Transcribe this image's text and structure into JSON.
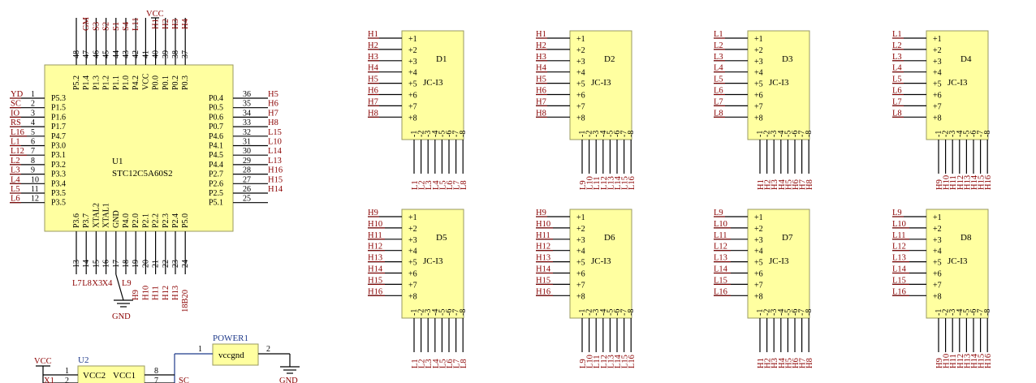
{
  "u1": {
    "designator": "U1",
    "part": "STC12C5A60S2",
    "vcc_label": "VCC",
    "gnd_label": "GND",
    "top_pins": [
      {
        "num": "48",
        "name": "P5.2",
        "net": ""
      },
      {
        "num": "47",
        "name": "P1.4",
        "net": "GM"
      },
      {
        "num": "46",
        "name": "P1.3",
        "net": "S3"
      },
      {
        "num": "45",
        "name": "P1.2",
        "net": "S2"
      },
      {
        "num": "44",
        "name": "P1.1",
        "net": "S1"
      },
      {
        "num": "43",
        "name": "P1.0",
        "net": "S4"
      },
      {
        "num": "42",
        "name": "P4.2",
        "net": "L11"
      },
      {
        "num": "41",
        "name": "VCC",
        "net": ""
      },
      {
        "num": "40",
        "name": "P0.0",
        "net": "H1"
      },
      {
        "num": "39",
        "name": "P0.1",
        "net": "H2"
      },
      {
        "num": "38",
        "name": "P0.2",
        "net": "H3"
      },
      {
        "num": "37",
        "name": "P0.3",
        "net": "H4"
      }
    ],
    "left_pins": [
      {
        "num": "1",
        "name": "P5.3",
        "net": "YD"
      },
      {
        "num": "2",
        "name": "P1.5",
        "net": "SC"
      },
      {
        "num": "3",
        "name": "P1.6",
        "net": "IO"
      },
      {
        "num": "4",
        "name": "P1.7",
        "net": "RS"
      },
      {
        "num": "5",
        "name": "P4.7",
        "net": "L16"
      },
      {
        "num": "6",
        "name": "P3.0",
        "net": "L1"
      },
      {
        "num": "7",
        "name": "P3.1",
        "net": "L12"
      },
      {
        "num": "8",
        "name": "P3.2",
        "net": "L2"
      },
      {
        "num": "9",
        "name": "P3.3",
        "net": "L3"
      },
      {
        "num": "10",
        "name": "P3.4",
        "net": "L4"
      },
      {
        "num": "11",
        "name": "P3.5",
        "net": "L5"
      },
      {
        "num": "12",
        "name": "P3.5",
        "net": "L6"
      }
    ],
    "right_pins": [
      {
        "num": "36",
        "name": "P0.4",
        "net": "H5"
      },
      {
        "num": "35",
        "name": "P0.5",
        "net": "H6"
      },
      {
        "num": "34",
        "name": "P0.6",
        "net": "H7"
      },
      {
        "num": "33",
        "name": "P0.7",
        "net": "H8"
      },
      {
        "num": "32",
        "name": "P4.6",
        "net": "L15"
      },
      {
        "num": "31",
        "name": "P4.1",
        "net": "L10"
      },
      {
        "num": "30",
        "name": "P4.5",
        "net": "L14"
      },
      {
        "num": "29",
        "name": "P4.4",
        "net": "L13"
      },
      {
        "num": "28",
        "name": "P2.7",
        "net": "H16"
      },
      {
        "num": "27",
        "name": "P2.6",
        "net": "H15"
      },
      {
        "num": "26",
        "name": "P2.5",
        "net": "H14"
      },
      {
        "num": "25",
        "name": "P5.1",
        "net": ""
      }
    ],
    "bottom_pins": [
      {
        "num": "13",
        "name": "P3.6",
        "net": "L7"
      },
      {
        "num": "14",
        "name": "P3.7",
        "net": "L8"
      },
      {
        "num": "15",
        "name": "XTAL2",
        "net": "X3"
      },
      {
        "num": "16",
        "name": "XTAL1",
        "net": "X4"
      },
      {
        "num": "17",
        "name": "GND",
        "net": ""
      },
      {
        "num": "18",
        "name": "P4.0",
        "net": "L9"
      },
      {
        "num": "19",
        "name": "P2.0",
        "net": "H9"
      },
      {
        "num": "20",
        "name": "P2.1",
        "net": "H10"
      },
      {
        "num": "21",
        "name": "P2.2",
        "net": "H11"
      },
      {
        "num": "22",
        "name": "P2.3",
        "net": "H12"
      },
      {
        "num": "23",
        "name": "P2.4",
        "net": "H13"
      },
      {
        "num": "24",
        "name": "P5.0",
        "net": "18B20"
      }
    ]
  },
  "matrices": [
    {
      "des": "D1",
      "part": "JC-I3",
      "left": [
        "H1",
        "H2",
        "H3",
        "H4",
        "H5",
        "H6",
        "H7",
        "H8"
      ],
      "bottom": [
        "L1",
        "L2",
        "L3",
        "L4",
        "L5",
        "L6",
        "L7",
        "L8"
      ]
    },
    {
      "des": "D2",
      "part": "JC-I3",
      "left": [
        "H1",
        "H2",
        "H3",
        "H4",
        "H5",
        "H6",
        "H7",
        "H8"
      ],
      "bottom": [
        "L9",
        "L10",
        "L11",
        "L12",
        "L13",
        "L14",
        "L15",
        "L16"
      ]
    },
    {
      "des": "D3",
      "part": "JC-I3",
      "left": [
        "L1",
        "L2",
        "L3",
        "L4",
        "L5",
        "L6",
        "L7",
        "L8"
      ],
      "bottom": [
        "H1",
        "H2",
        "H3",
        "H4",
        "H5",
        "H6",
        "H7",
        "H8"
      ]
    },
    {
      "des": "D4",
      "part": "JC-I3",
      "left": [
        "L1",
        "L2",
        "L3",
        "L4",
        "L5",
        "L6",
        "L7",
        "L8"
      ],
      "bottom": [
        "H9",
        "H10",
        "H11",
        "H12",
        "H13",
        "H14",
        "H15",
        "H16"
      ]
    },
    {
      "des": "D5",
      "part": "JC-I3",
      "left": [
        "H9",
        "H10",
        "H11",
        "H12",
        "H13",
        "H14",
        "H15",
        "H16"
      ],
      "bottom": [
        "L1",
        "L2",
        "L3",
        "L4",
        "L5",
        "L6",
        "L7",
        "L8"
      ]
    },
    {
      "des": "D6",
      "part": "JC-I3",
      "left": [
        "H9",
        "H10",
        "H11",
        "H12",
        "H13",
        "H14",
        "H15",
        "H16"
      ],
      "bottom": [
        "L9",
        "L10",
        "L11",
        "L12",
        "L13",
        "L14",
        "L15",
        "L16"
      ]
    },
    {
      "des": "D7",
      "part": "JC-I3",
      "left": [
        "L9",
        "L10",
        "L11",
        "L12",
        "L13",
        "L14",
        "L15",
        "L16"
      ],
      "bottom": [
        "H1",
        "H2",
        "H3",
        "H4",
        "H5",
        "H6",
        "H7",
        "H8"
      ]
    },
    {
      "des": "D8",
      "part": "JC-I3",
      "left": [
        "L9",
        "L10",
        "L11",
        "L12",
        "L13",
        "L14",
        "L15",
        "L16"
      ],
      "bottom": [
        "H9",
        "H10",
        "H11",
        "H12",
        "H13",
        "H14",
        "H15",
        "H16"
      ]
    }
  ],
  "matrix_pin_labels": {
    "rows": [
      "+1",
      "+2",
      "+3",
      "+4",
      "+5",
      "+6",
      "+7",
      "+8"
    ],
    "cols": [
      "-1",
      "-2",
      "-3",
      "-4",
      "-5",
      "-6",
      "-7",
      "-8"
    ]
  },
  "power1": {
    "designator": "POWER1",
    "part": "vccgnd",
    "pin1": "1",
    "pin2": "2",
    "gnd_label": "GND"
  },
  "u2": {
    "designator": "U2",
    "vcc_label": "VCC",
    "pin_name_1": "VCC2",
    "pin_name_2": "VCC1",
    "pin_left_1": "1",
    "pin_left_2": "2",
    "pin_right_1": "8",
    "pin_right_2": "7",
    "net_x1": "X1",
    "net_sc": "SC"
  }
}
